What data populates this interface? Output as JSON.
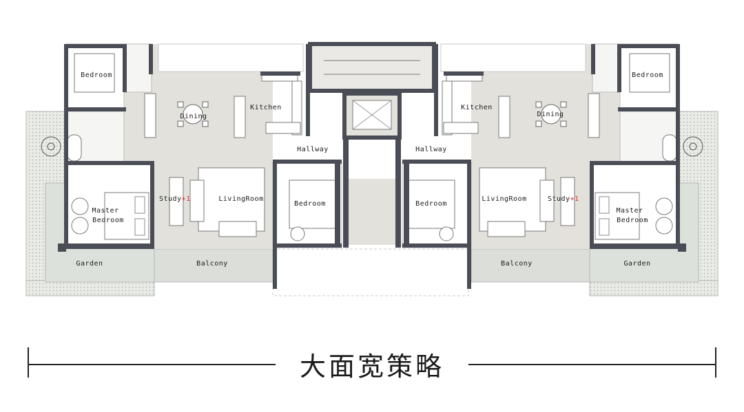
{
  "caption": "大面宽策略",
  "rooms": {
    "bedroom_top_left": "Bedroom",
    "bedroom_top_right": "Bedroom",
    "dining_left": "Dining",
    "dining_right": "Dining",
    "kitchen_left": "Kitchen",
    "kitchen_right": "Kitchen",
    "hallway_left": "Hallway",
    "hallway_right": "Hallway",
    "study_left": "Study",
    "study_right": "Study",
    "study_plus": "+1",
    "living_left": "LivingRoom",
    "living_right": "LivingRoom",
    "bedroom_mid_left": "Bedroom",
    "bedroom_mid_right": "Bedroom",
    "master_left_1": "Master",
    "master_left_2": "Bedroom",
    "master_right_1": "Master",
    "master_right_2": "Bedroom",
    "garden_left": "Garden",
    "garden_right": "Garden",
    "balcony_left": "Balcony",
    "balcony_right": "Balcony"
  },
  "colors": {
    "wall": "#4a4d55",
    "floor": "#e3e1dc",
    "garden": "#e6e8e3",
    "outline": "#9a9a9a"
  }
}
